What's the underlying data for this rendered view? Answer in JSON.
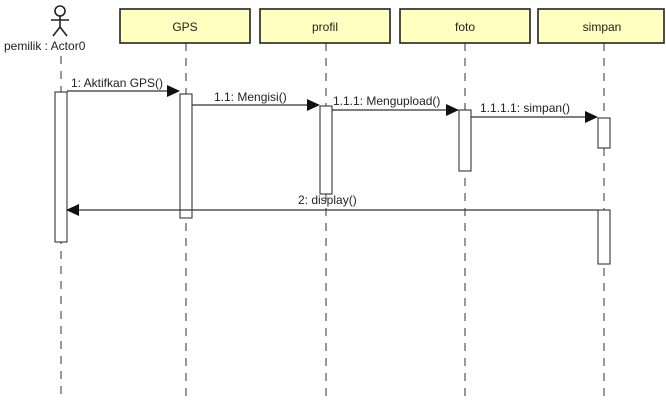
{
  "actor": {
    "name": "pemilik : Actor0"
  },
  "lifelines": [
    {
      "id": "gps",
      "label": "GPS"
    },
    {
      "id": "profil",
      "label": "profil"
    },
    {
      "id": "foto",
      "label": "foto"
    },
    {
      "id": "simpan",
      "label": "simpan"
    }
  ],
  "messages": [
    {
      "id": "m1",
      "label": "1: Aktifkan GPS()",
      "from": "actor",
      "to": "gps",
      "kind": "call"
    },
    {
      "id": "m2",
      "label": "1.1: Mengisi()",
      "from": "gps",
      "to": "profil",
      "kind": "call"
    },
    {
      "id": "m3",
      "label": "1.1.1: Mengupload()",
      "from": "profil",
      "to": "foto",
      "kind": "call"
    },
    {
      "id": "m4",
      "label": "1.1.1.1: simpan()",
      "from": "foto",
      "to": "simpan",
      "kind": "call"
    },
    {
      "id": "m5",
      "label": "2: display()",
      "from": "simpan",
      "to": "actor",
      "kind": "return"
    }
  ],
  "colors": {
    "box_fill": "#ffffc0",
    "box_stroke": "#222222",
    "line": "#333333"
  }
}
